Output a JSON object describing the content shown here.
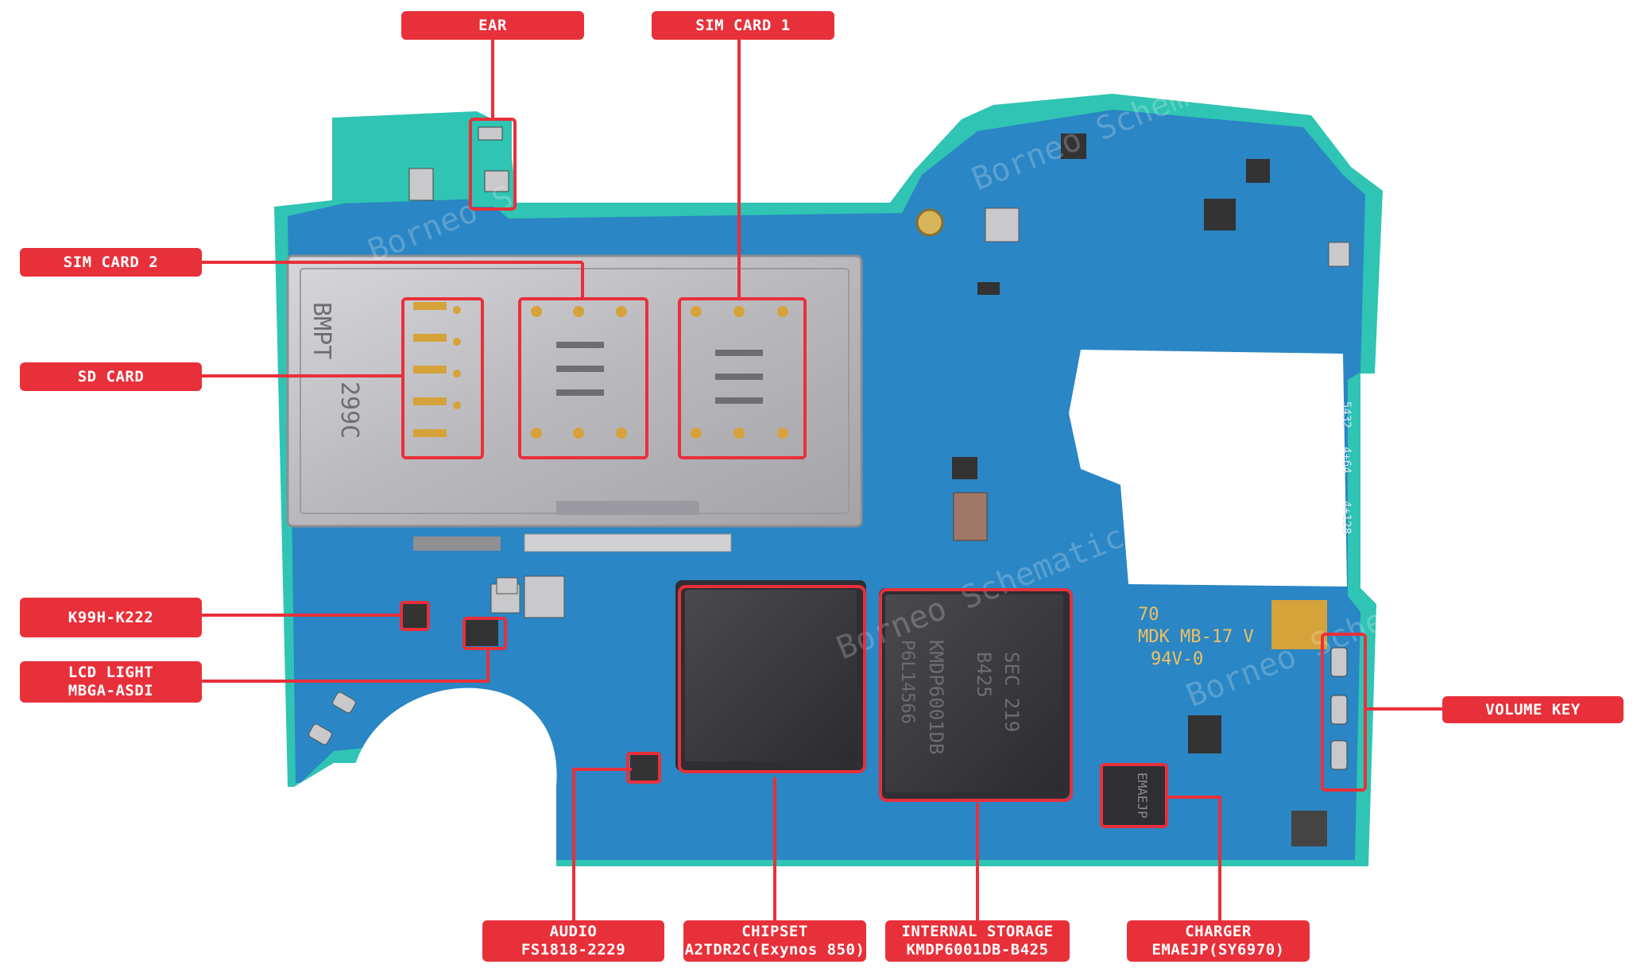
{
  "labels": {
    "ear": {
      "line1": "EAR"
    },
    "sim1": {
      "line1": "SIM CARD 1"
    },
    "sim2": {
      "line1": "SIM CARD 2"
    },
    "sd": {
      "line1": "SD CARD"
    },
    "k99h": {
      "line1": "K99H-K222"
    },
    "lcd": {
      "line1": "LCD LIGHT",
      "line2": "MBGA-ASDI"
    },
    "volume": {
      "line1": "VOLUME KEY"
    },
    "audio": {
      "line1": "AUDIO",
      "line2": "FS1818-2229"
    },
    "chipset": {
      "line1": "CHIPSET",
      "line2": "A2TDR2C(Exynos 850)"
    },
    "storage": {
      "line1": "INTERNAL STORAGE",
      "line2": "KMDP6001DB-B425"
    },
    "charger": {
      "line1": "CHARGER",
      "line2": "EMAEJP(SY6970)"
    }
  },
  "board_markings": {
    "model_1": "70",
    "model_2": "MDK MB-17 V",
    "model_3": "94V-0",
    "emmc_1": "KMDP6001DB",
    "emmc_2": "B425",
    "emmc_3": "SEC 219",
    "emmc_4": "P6L14566",
    "charger_chip": "EMAEJP",
    "tray_1": "BMPT",
    "tray_2": "299C",
    "side_1": "5432",
    "side_2": "4+64",
    "side_3": "4+128",
    "watermark": "Borneo Schematics"
  },
  "colors": {
    "pcb_blue": "#2a86c4",
    "pcb_edge": "#2fc4b3",
    "callout_red": "#e8303a",
    "shield_metal": "#c9c9cc"
  }
}
